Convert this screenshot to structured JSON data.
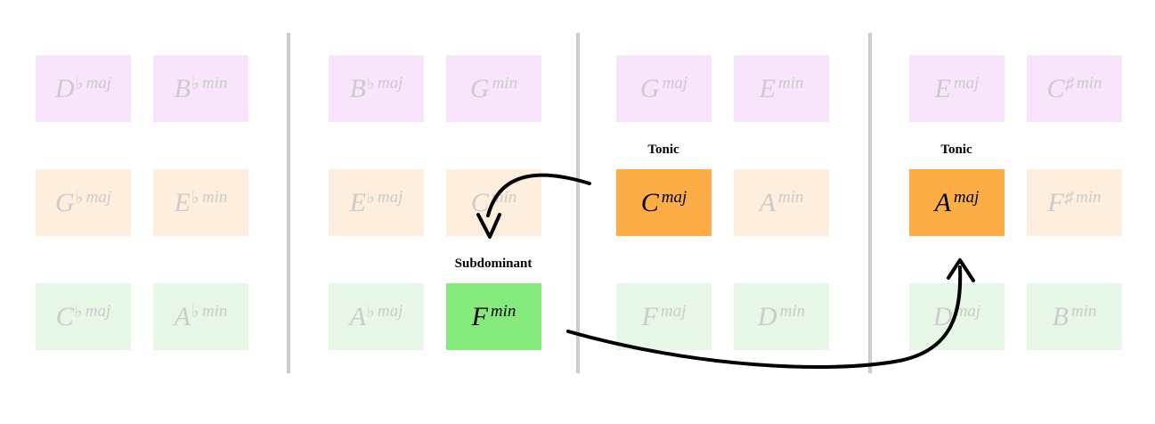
{
  "columns": [
    {
      "cells": [
        {
          "root": "D",
          "accidental": "♭",
          "quality": "maj",
          "row": "top",
          "state": "faded"
        },
        {
          "root": "B",
          "accidental": "♭",
          "quality": "min",
          "row": "top",
          "state": "faded"
        },
        {
          "root": "G",
          "accidental": "♭",
          "quality": "maj",
          "row": "middle",
          "state": "faded"
        },
        {
          "root": "E",
          "accidental": "♭",
          "quality": "min",
          "row": "middle",
          "state": "faded"
        },
        {
          "root": "C",
          "accidental": "♭",
          "quality": "maj",
          "row": "bottom",
          "state": "faded"
        },
        {
          "root": "A",
          "accidental": "♭",
          "quality": "min",
          "row": "bottom",
          "state": "faded"
        }
      ]
    },
    {
      "cells": [
        {
          "root": "B",
          "accidental": "♭",
          "quality": "maj",
          "row": "top",
          "state": "faded"
        },
        {
          "root": "G",
          "accidental": "",
          "quality": "min",
          "row": "top",
          "state": "faded"
        },
        {
          "root": "E",
          "accidental": "♭",
          "quality": "maj",
          "row": "middle",
          "state": "faded"
        },
        {
          "root": "C",
          "accidental": "",
          "quality": "min",
          "row": "middle",
          "state": "faded"
        },
        {
          "root": "A",
          "accidental": "♭",
          "quality": "maj",
          "row": "bottom",
          "state": "faded"
        },
        {
          "root": "F",
          "accidental": "",
          "quality": "min",
          "row": "bottom",
          "state": "active",
          "label": "Subdominant"
        }
      ]
    },
    {
      "cells": [
        {
          "root": "G",
          "accidental": "",
          "quality": "maj",
          "row": "top",
          "state": "faded"
        },
        {
          "root": "E",
          "accidental": "",
          "quality": "min",
          "row": "top",
          "state": "faded"
        },
        {
          "root": "C",
          "accidental": "",
          "quality": "maj",
          "row": "middle",
          "state": "active",
          "label": "Tonic"
        },
        {
          "root": "A",
          "accidental": "",
          "quality": "min",
          "row": "middle",
          "state": "faded"
        },
        {
          "root": "F",
          "accidental": "",
          "quality": "maj",
          "row": "bottom",
          "state": "faded"
        },
        {
          "root": "D",
          "accidental": "",
          "quality": "min",
          "row": "bottom",
          "state": "faded"
        }
      ]
    },
    {
      "cells": [
        {
          "root": "E",
          "accidental": "",
          "quality": "maj",
          "row": "top",
          "state": "faded"
        },
        {
          "root": "C",
          "accidental": "♯",
          "quality": "min",
          "row": "top",
          "state": "faded"
        },
        {
          "root": "A",
          "accidental": "",
          "quality": "maj",
          "row": "middle",
          "state": "active",
          "label": "Tonic"
        },
        {
          "root": "F",
          "accidental": "♯",
          "quality": "min",
          "row": "middle",
          "state": "faded"
        },
        {
          "root": "D",
          "accidental": "",
          "quality": "maj",
          "row": "bottom",
          "state": "faded"
        },
        {
          "root": "B",
          "accidental": "",
          "quality": "min",
          "row": "bottom",
          "state": "faded"
        }
      ]
    }
  ],
  "colors": {
    "top_faded": "#f8e4fb",
    "middle_faded": "#fdeedd",
    "bottom_faded": "#e6f7e6",
    "middle_active": "#fcad45",
    "bottom_active": "#85ea7b",
    "faded_text": "#cccccc",
    "divider": "#cccccc"
  }
}
